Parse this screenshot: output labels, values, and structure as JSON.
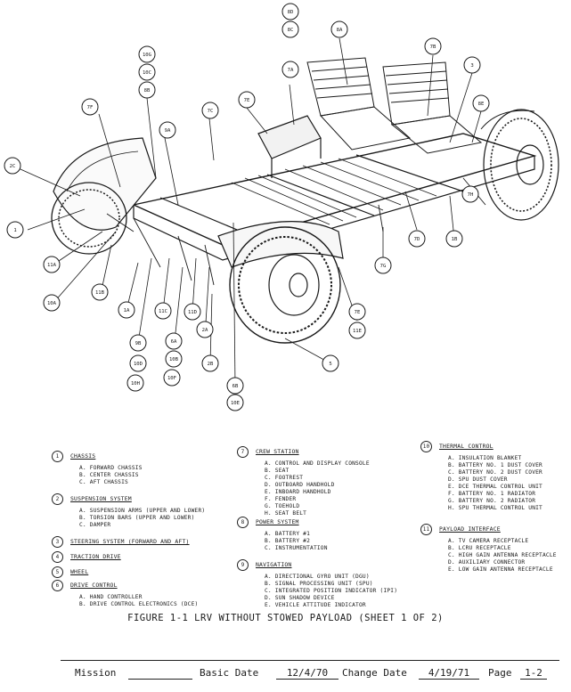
{
  "figure_labels": [
    "8D",
    "8C",
    "7A",
    "8A",
    "7B",
    "3",
    "10G",
    "10C",
    "8B",
    "7E",
    "7F",
    "9A",
    "7C",
    "8E",
    "2C",
    "7D",
    "1",
    "11A",
    "11B",
    "10A",
    "1A",
    "11C",
    "11D",
    "9B",
    "6A",
    "2A",
    "2B",
    "10D",
    "10H",
    "10B",
    "10F",
    "6B",
    "10E",
    "7E",
    "11E",
    "7G",
    "7H",
    "1B",
    "5"
  ],
  "legend": {
    "g1": {
      "num": "1",
      "title": "CHASSIS",
      "items": [
        "A.  FORWARD CHASSIS",
        "B.  CENTER CHASSIS",
        "C.  AFT CHASSIS"
      ]
    },
    "g2": {
      "num": "2",
      "title": "SUSPENSION SYSTEM",
      "items": [
        "A.  SUSPENSION ARMS (UPPER AND LOWER)",
        "B.  TORSION BARS (UPPER AND LOWER)",
        "C.  DAMPER"
      ]
    },
    "g3": {
      "num": "3",
      "title": "STEERING SYSTEM (FORWARD AND AFT)"
    },
    "g4": {
      "num": "4",
      "title": "TRACTION DRIVE"
    },
    "g5": {
      "num": "5",
      "title": "WHEEL"
    },
    "g6": {
      "num": "6",
      "title": "DRIVE CONTROL",
      "items": [
        "A.  HAND CONTROLLER",
        "B.  DRIVE CONTROL ELECTRONICS (DCE)"
      ]
    },
    "g7": {
      "num": "7",
      "title": "CREW STATION",
      "items": [
        "A.  CONTROL AND DISPLAY CONSOLE",
        "B.  SEAT",
        "C.  FOOTREST",
        "D.  OUTBOARD HANDHOLD",
        "E.  INBOARD HANDHOLD",
        "F.  FENDER",
        "G.  TOEHOLD",
        "H.  SEAT BELT"
      ]
    },
    "g8": {
      "num": "8",
      "title": "POWER SYSTEM",
      "items": [
        "A.  BATTERY #1",
        "B.  BATTERY #2",
        "C.  INSTRUMENTATION"
      ]
    },
    "g9": {
      "num": "9",
      "title": "NAVIGATION",
      "items": [
        "A.  DIRECTIONAL GYRO UNIT (DGU)",
        "B.  SIGNAL PROCESSING UNIT (SPU)",
        "C.  INTEGRATED POSITION INDICATOR (IPI)",
        "D.  SUN SHADOW DEVICE",
        "E.  VEHICLE ATTITUDE INDICATOR"
      ]
    },
    "g10": {
      "num": "10",
      "title": "THERMAL CONTROL",
      "items": [
        "A.  INSULATION BLANKET",
        "B.  BATTERY NO. 1 DUST COVER",
        "C.  BATTERY NO. 2 DUST COVER",
        "D.  SPU DUST COVER",
        "E.  DCE THERMAL CONTROL UNIT",
        "F.  BATTERY NO. 1 RADIATOR",
        "G.  BATTERY NO. 2 RADIATOR",
        "H.  SPU THERMAL CONTROL UNIT"
      ]
    },
    "g11": {
      "num": "11",
      "title": "PAYLOAD INTERFACE",
      "items": [
        "A.  TV CAMERA RECEPTACLE",
        "B.  LCRU RECEPTACLE",
        "C.  HIGH GAIN ANTENNA RECEPTACLE",
        "D.  AUXILIARY CONNECTOR",
        "E.  LOW GAIN ANTENNA RECEPTACLE"
      ]
    }
  },
  "caption": "FIGURE 1-1  LRV WITHOUT STOWED PAYLOAD (SHEET 1 OF 2)",
  "footer": {
    "mission_label": "Mission",
    "basic_date_label": "Basic Date",
    "basic_date": "12/4/70",
    "change_date_label": "Change Date",
    "change_date": "4/19/71",
    "page_label": "Page",
    "page": "1-2"
  }
}
